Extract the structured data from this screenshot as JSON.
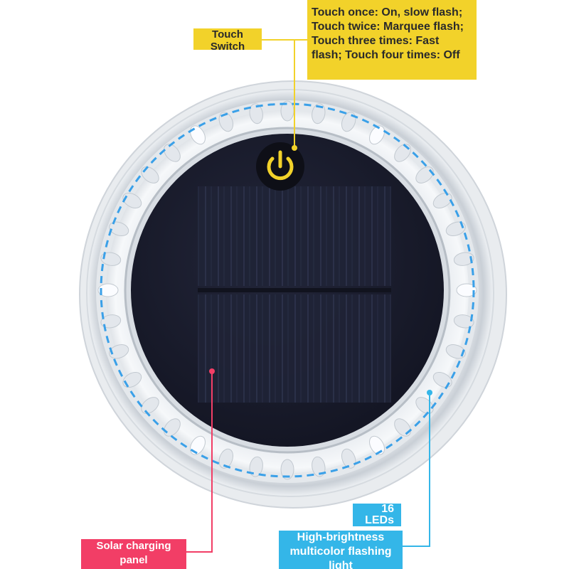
{
  "labels": {
    "touch_switch": "Touch\nSwitch",
    "touch_instructions": "Touch once: On, slow flash; Touch twice: Marquee flash; Touch three times: Fast flash; Touch four times: Off",
    "led_count": "16\nLEDs",
    "led_description": "High-brightness multicolor flashing light",
    "solar_panel": "Solar charging\npanel"
  },
  "icons": {
    "power_button": "power-icon"
  },
  "colors": {
    "callout_yellow": "#f2d22a",
    "callout_blue": "#34b6e8",
    "callout_pink": "#f23e66",
    "panel_dark": "#1b1d2b",
    "ring_dashed": "#3aa0e8"
  }
}
